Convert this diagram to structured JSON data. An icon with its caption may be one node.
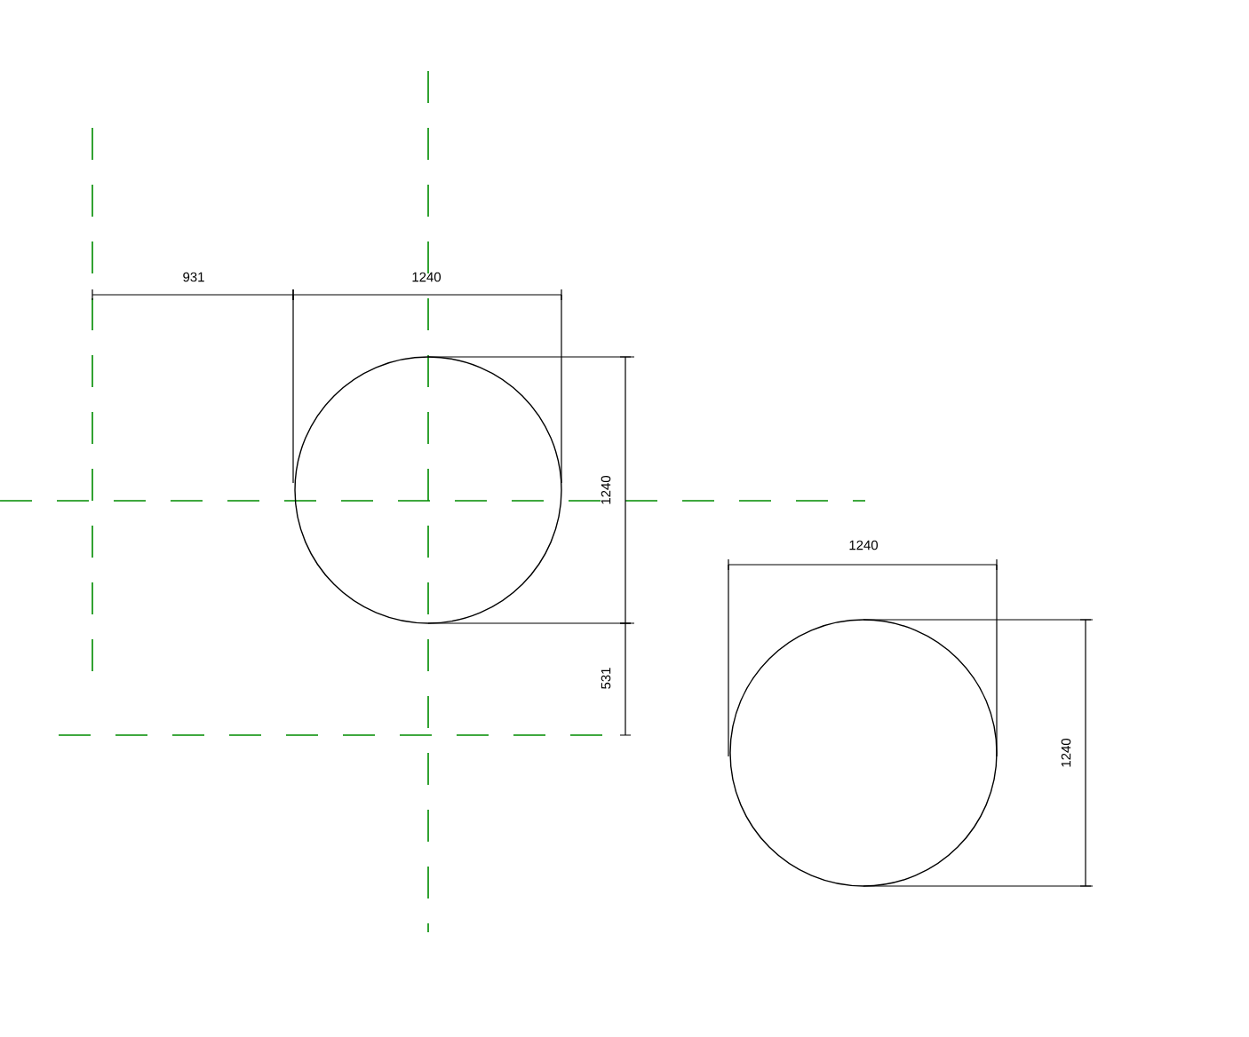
{
  "diagram": {
    "nodes": [
      {
        "text": [],
        "shape": "circle"
      },
      {
        "text": [],
        "shape": "circle"
      }
    ],
    "labels": [
      "931",
      "1240",
      "1240",
      "531",
      "1240",
      "1240"
    ]
  }
}
